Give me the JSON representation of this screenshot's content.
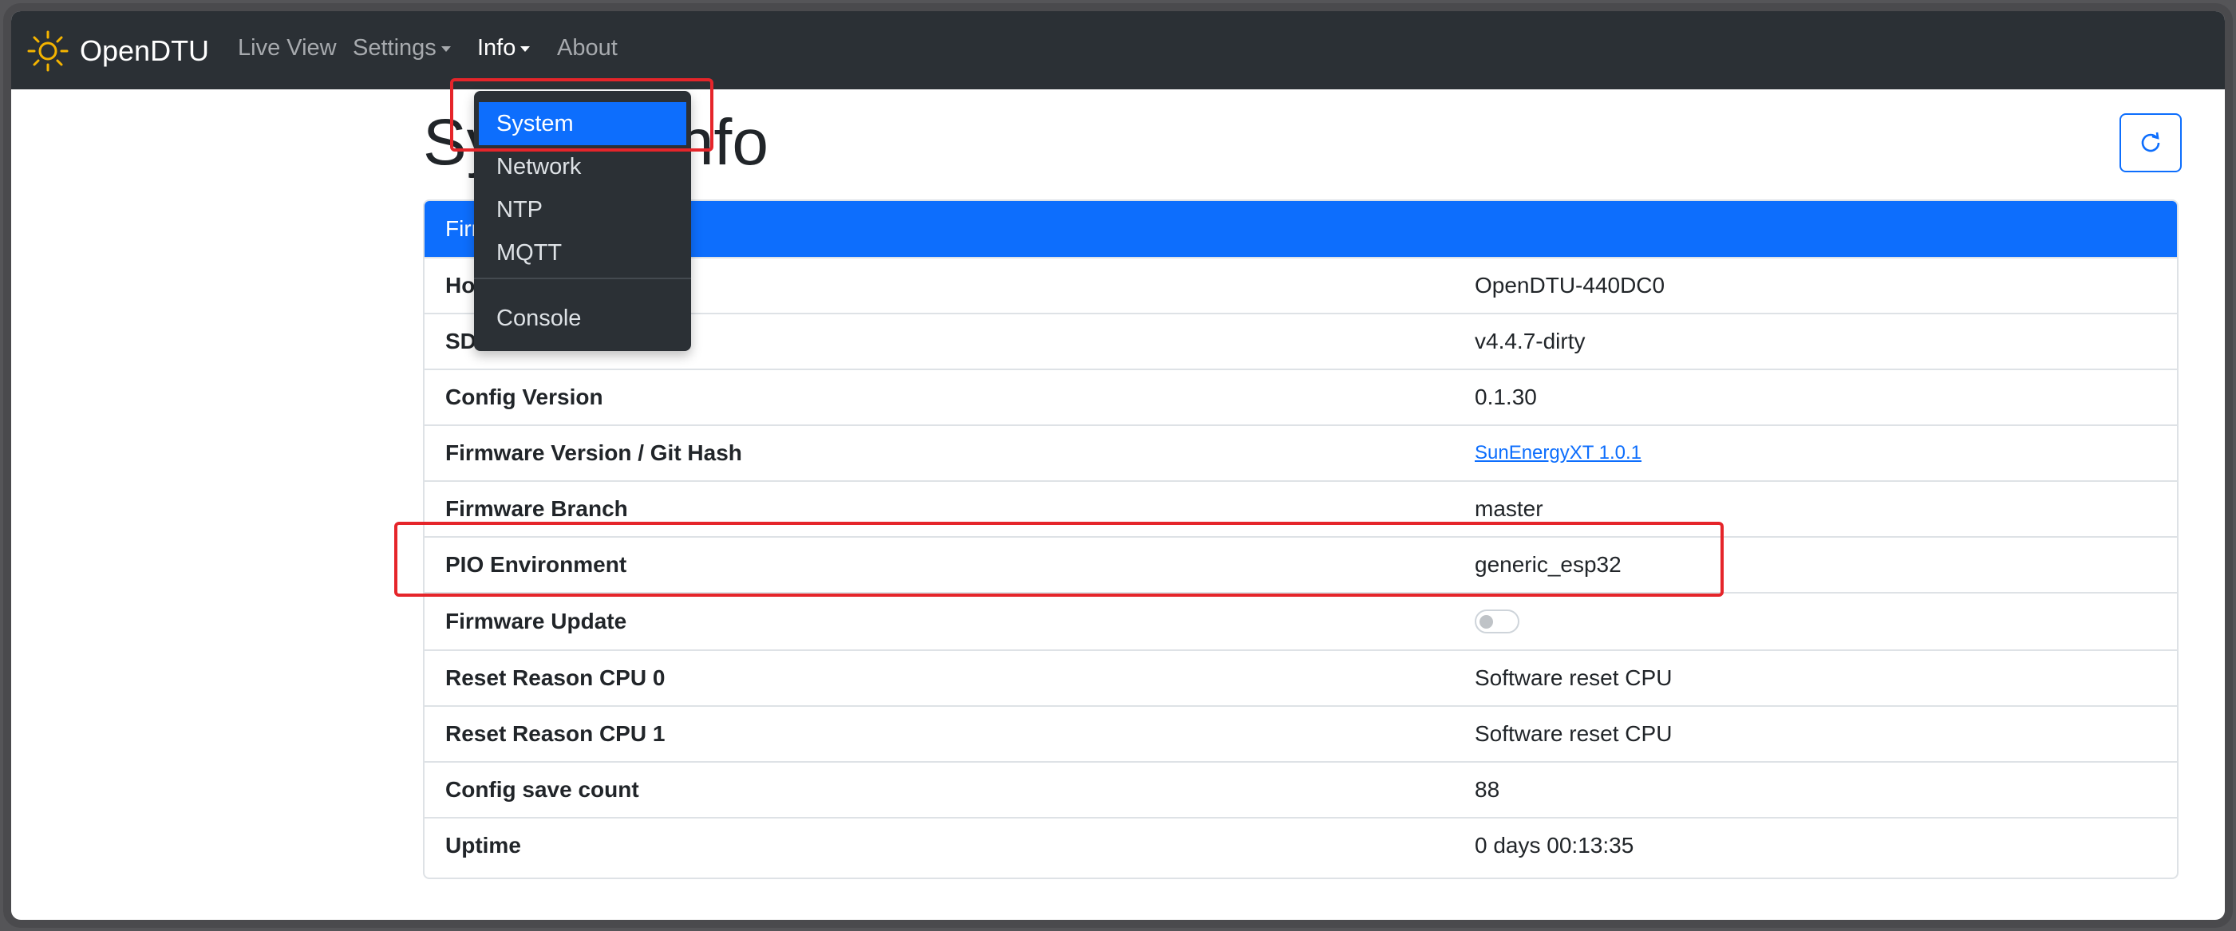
{
  "navbar": {
    "brand": "OpenDTU",
    "links": [
      {
        "label": "Live View"
      },
      {
        "label": "Settings"
      },
      {
        "label": "Info"
      },
      {
        "label": "About"
      }
    ]
  },
  "dropdown": {
    "items": [
      "System",
      "Network",
      "NTP",
      "MQTT"
    ],
    "console": "Console"
  },
  "page": {
    "title": "System Info"
  },
  "card": {
    "header": "Firmware Information",
    "rows": [
      {
        "key": "Hostname",
        "value": "OpenDTU-440DC0"
      },
      {
        "key": "SDK Version",
        "value": "v4.4.7-dirty"
      },
      {
        "key": "Config Version",
        "value": "0.1.30"
      },
      {
        "key": "Firmware Version / Git Hash",
        "value": "SunEnergyXT 1.0.1"
      },
      {
        "key": "Firmware Branch",
        "value": "master"
      },
      {
        "key": "PIO Environment",
        "value": "generic_esp32"
      },
      {
        "key": "Firmware Update",
        "value_toggle": false
      },
      {
        "key": "Reset Reason CPU 0",
        "value": "Software reset CPU"
      },
      {
        "key": "Reset Reason CPU 1",
        "value": "Software reset CPU"
      },
      {
        "key": "Config save count",
        "value": "88"
      },
      {
        "key": "Uptime",
        "value": "0 days 00:13:35"
      }
    ]
  },
  "colors": {
    "navbar": "#2b3035",
    "primary": "#0d6efd",
    "highlight": "#e5252a",
    "sun": "#f5b400"
  },
  "icons": [
    "sun-icon",
    "caret-down-icon",
    "refresh-icon"
  ]
}
